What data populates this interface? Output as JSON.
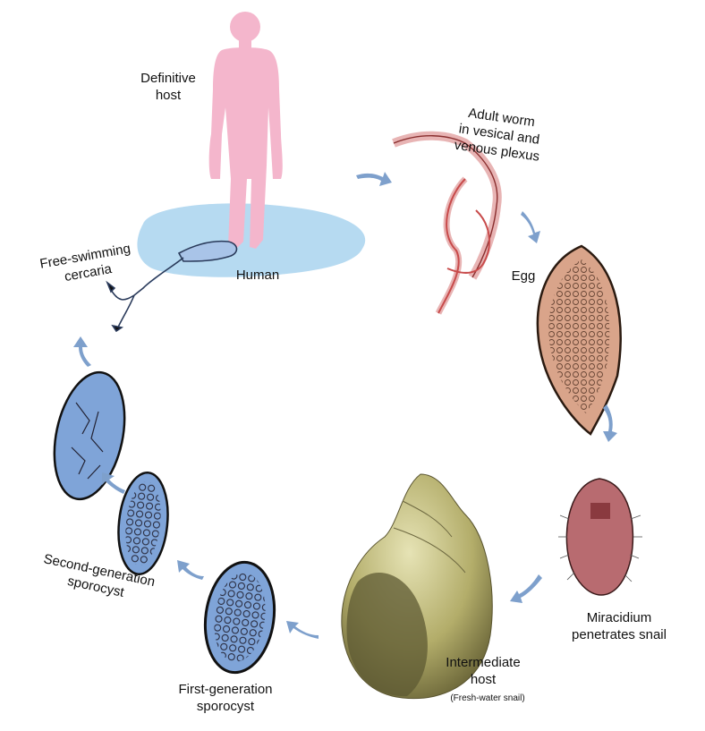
{
  "labels": {
    "definitive_host": "Definitive\nhost",
    "human": "Human",
    "adult_worm": "Adult worm\nin vesical and\nvenous plexus",
    "egg": "Egg",
    "miracidium": "Miracidium\npenetrates snail",
    "intermediate_host": "Intermediate\nhost",
    "fresh_water_snail": "(Fresh-water snail)",
    "first_generation": "First-generation\nsporocyst",
    "second_generation": "Second-generation\nsporocyst",
    "cercaria": "Free-swimming\ncercaria"
  },
  "colors": {
    "human": "#f4b6cc",
    "water": "#a9d4ef",
    "worm": "#c84b4b",
    "egg": "#d9a48a",
    "miracidium": "#b86b70",
    "snail": "#a7a35d",
    "sporocyst": "#7fa4d8",
    "arrow": "#7ea0cc"
  }
}
